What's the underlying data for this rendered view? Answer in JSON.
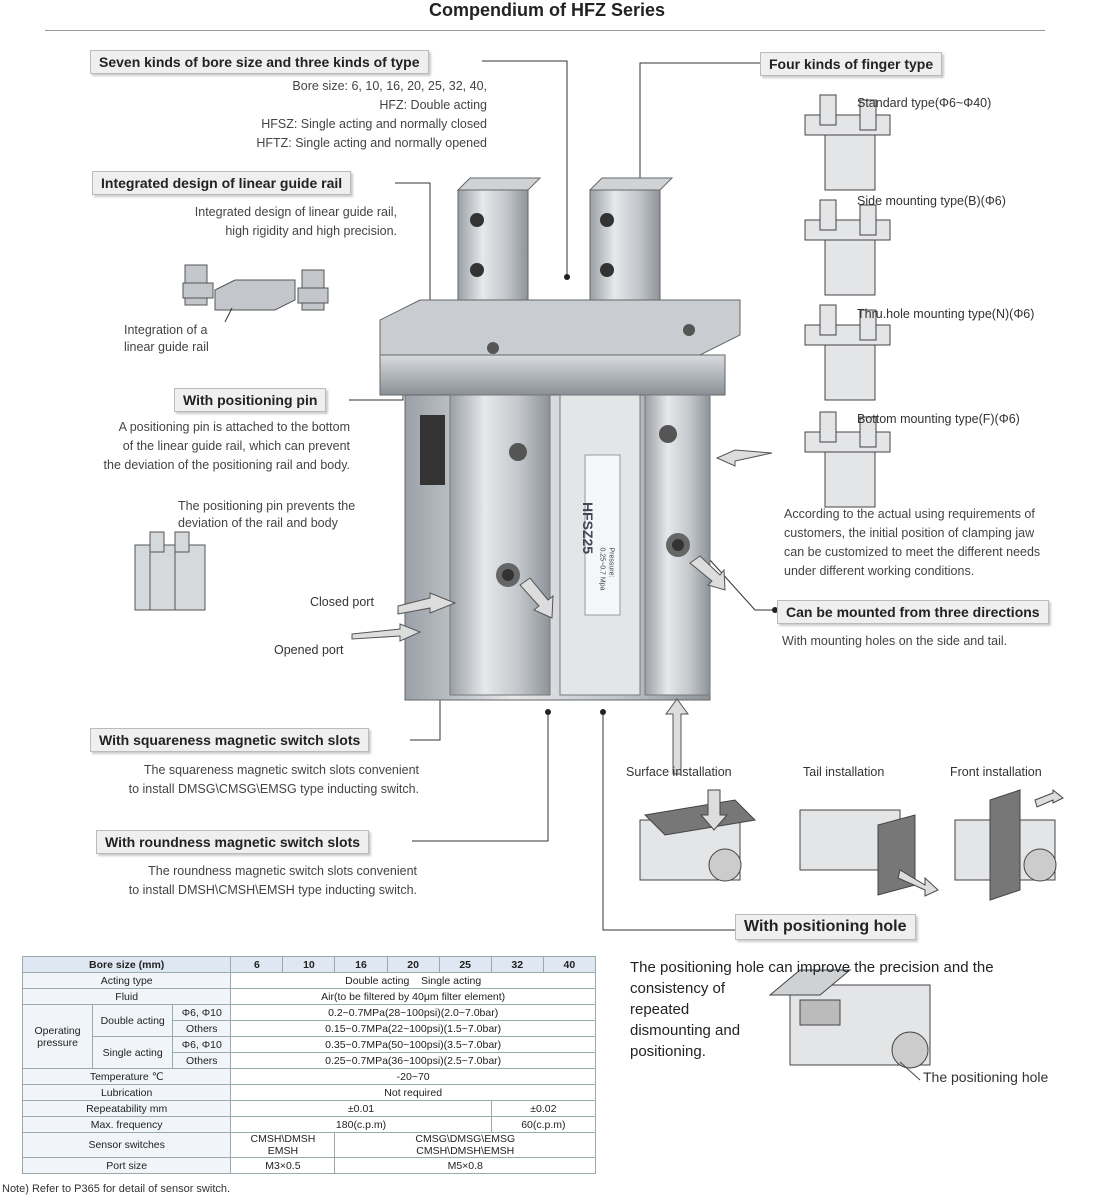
{
  "title": "Compendium of HFZ Series",
  "bore_types": {
    "heading": "Seven kinds of bore size and three kinds of type",
    "lines": [
      "Bore size: 6, 10, 16, 20, 25, 32, 40,",
      "HFZ: Double acting",
      "HFSZ: Single acting and normally closed",
      "HFTZ: Single acting and normally opened"
    ]
  },
  "guide_rail": {
    "heading": "Integrated design of linear guide rail",
    "lines": [
      "Integrated design of linear guide rail,",
      "high rigidity and  high precision."
    ],
    "caption": [
      "Integration of a",
      "linear guide rail"
    ]
  },
  "positioning_pin": {
    "heading": "With positioning pin",
    "lines": [
      "A positioning pin is attached to the bottom",
      "of the linear guide rail, which can prevent",
      "the deviation of the positioning rail and body."
    ],
    "caption": [
      "The positioning pin prevents the",
      "deviation of the rail and body"
    ]
  },
  "ports": {
    "closed": "Closed port",
    "opened": "Opened port"
  },
  "body_label": "HFSZ25",
  "body_small": [
    "Pressure:",
    "0.25~0.7 Mpa"
  ],
  "square_slots": {
    "heading": "With squareness magnetic switch slots",
    "lines": [
      "The squareness magnetic switch slots convenient",
      "to install DMSG\\CMSG\\EMSG type inducting switch."
    ]
  },
  "round_slots": {
    "heading": "With roundness magnetic switch slots",
    "lines": [
      "The roundness magnetic switch slots convenient",
      "to install DMSH\\CMSH\\EMSH type inducting switch."
    ]
  },
  "finger": {
    "heading": "Four kinds of finger type",
    "types": [
      "Standard type(Φ6~Φ40)",
      "Side mounting type(B)(Φ6)",
      "Thru.hole mounting type(N)(Φ6)",
      "Bottom mounting type(F)(Φ6)"
    ],
    "note": [
      "According to the actual using requirements of",
      "customers, the initial position of clamping jaw",
      "can be customized to meet the different needs",
      "under different working  conditions."
    ]
  },
  "mount": {
    "heading": "Can be mounted from three directions",
    "line": "With mounting holes on the side and tail.",
    "installs": [
      "Surface installation",
      "Tail installation",
      "Front installation"
    ]
  },
  "pos_hole": {
    "heading": "With positioning hole",
    "desc": [
      "The positioning hole can improve the precision and the",
      "consistency of",
      "repeated",
      "dismounting and",
      "positioning."
    ],
    "caption": "The positioning hole"
  },
  "table": {
    "bore_label": "Bore size  (mm)",
    "bores": [
      "6",
      "10",
      "16",
      "20",
      "25",
      "32",
      "40"
    ],
    "acting_type_label": "Acting type",
    "acting_type": [
      "Double acting",
      "Single acting"
    ],
    "fluid_label": "Fluid",
    "fluid": "Air(to be filtered by 40μm filter element)",
    "op_pressure_label": [
      "Operating",
      "pressure"
    ],
    "double_acting": "Double acting",
    "single_acting": "Single acting",
    "d610": "Φ6, Φ10",
    "others": "Others",
    "p_da_610": "0.2~0.7MPa(28~100psi)(2.0~7.0bar)",
    "p_da_oth": "0.15~0.7MPa(22~100psi)(1.5~7.0bar)",
    "p_sa_610": "0.35~0.7MPa(50~100psi)(3.5~7.0bar)",
    "p_sa_oth": "0.25~0.7MPa(36~100psi)(2.5~7.0bar)",
    "temp_label": "Temperature  ℃",
    "temp": "-20~70",
    "lub_label": "Lubrication",
    "lub": "Not required",
    "rep_label": "Repeatability  mm",
    "rep_a": "±0.01",
    "rep_b": "±0.02",
    "freq_label": "Max. frequency",
    "freq_a": "180(c.p.m)",
    "freq_b": "60(c.p.m)",
    "sensor_label": "Sensor switches",
    "sensor_a": [
      "CMSH\\DMSH",
      "EMSH"
    ],
    "sensor_b": [
      "CMSG\\DMSG\\EMSG",
      "CMSH\\DMSH\\EMSH"
    ],
    "port_label": "Port size",
    "port_a": "M3×0.5",
    "port_b": "M5×0.8"
  },
  "note": "Note) Refer to P365 for detail of sensor switch."
}
